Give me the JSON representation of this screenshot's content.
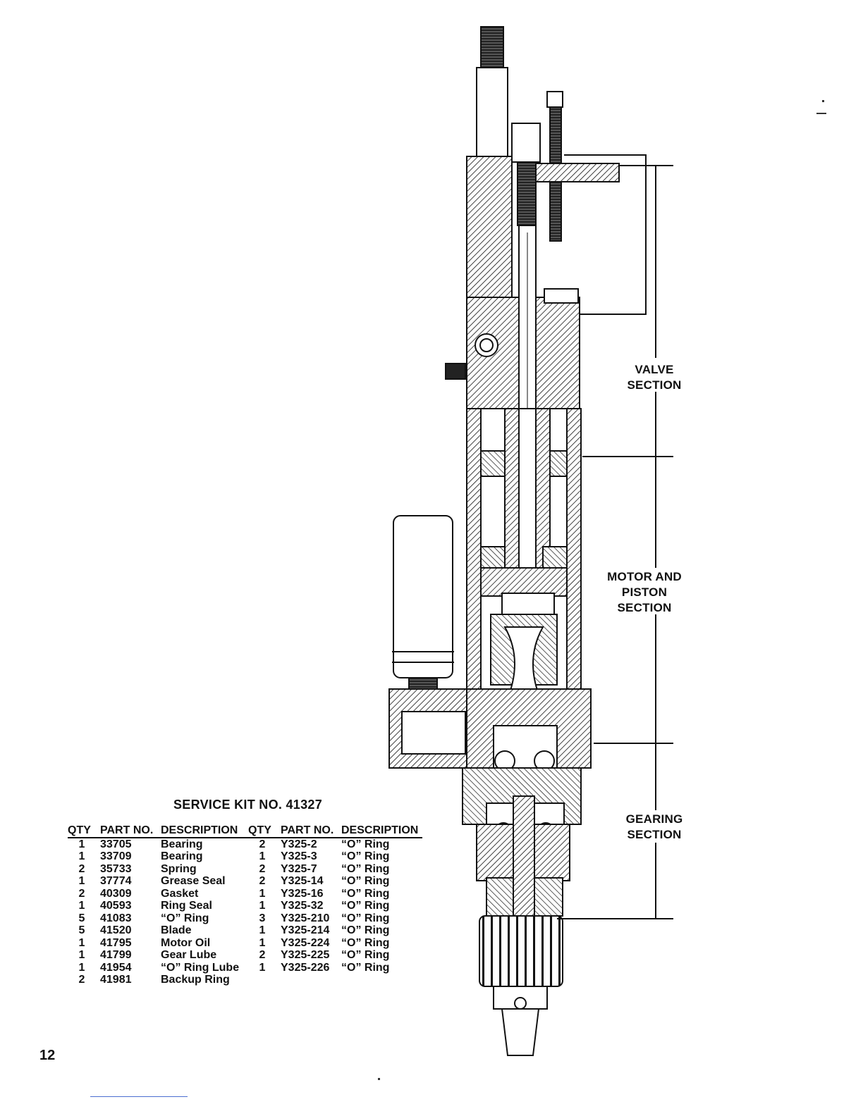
{
  "sections": {
    "valve": [
      "VALVE",
      "SECTION"
    ],
    "motor": [
      "MOTOR AND",
      "PISTON",
      "SECTION"
    ],
    "gearing": [
      "GEARING",
      "SECTION"
    ]
  },
  "service_kit": {
    "title": "SERVICE KIT NO. 41327",
    "headers": {
      "qty": "QTY",
      "part_no": "PART NO.",
      "description": "DESCRIPTION"
    },
    "left": [
      {
        "qty": "1",
        "part": "33705",
        "desc": "Bearing"
      },
      {
        "qty": "1",
        "part": "33709",
        "desc": "Bearing"
      },
      {
        "qty": "2",
        "part": "35733",
        "desc": "Spring"
      },
      {
        "qty": "1",
        "part": "37774",
        "desc": "Grease Seal"
      },
      {
        "qty": "2",
        "part": "40309",
        "desc": "Gasket"
      },
      {
        "qty": "1",
        "part": "40593",
        "desc": "Ring Seal"
      },
      {
        "qty": "5",
        "part": "41083",
        "desc": "“O” Ring"
      },
      {
        "qty": "5",
        "part": "41520",
        "desc": "Blade"
      },
      {
        "qty": "1",
        "part": "41795",
        "desc": "Motor Oil"
      },
      {
        "qty": "1",
        "part": "41799",
        "desc": "Gear Lube"
      },
      {
        "qty": "1",
        "part": "41954",
        "desc": "“O” Ring Lube"
      },
      {
        "qty": "2",
        "part": "41981",
        "desc": "Backup Ring"
      }
    ],
    "right": [
      {
        "qty": "2",
        "part": "Y325-2",
        "desc": "“O” Ring"
      },
      {
        "qty": "1",
        "part": "Y325-3",
        "desc": "“O” Ring"
      },
      {
        "qty": "2",
        "part": "Y325-7",
        "desc": "“O” Ring"
      },
      {
        "qty": "2",
        "part": "Y325-14",
        "desc": "“O” Ring"
      },
      {
        "qty": "1",
        "part": "Y325-16",
        "desc": "“O” Ring"
      },
      {
        "qty": "1",
        "part": "Y325-32",
        "desc": "“O” Ring"
      },
      {
        "qty": "3",
        "part": "Y325-210",
        "desc": "“O” Ring"
      },
      {
        "qty": "1",
        "part": "Y325-214",
        "desc": "“O” Ring"
      },
      {
        "qty": "1",
        "part": "Y325-224",
        "desc": "“O” Ring"
      },
      {
        "qty": "2",
        "part": "Y325-225",
        "desc": "“O” Ring"
      },
      {
        "qty": "1",
        "part": "Y325-226",
        "desc": "“O” Ring"
      }
    ]
  },
  "page_number": "12"
}
